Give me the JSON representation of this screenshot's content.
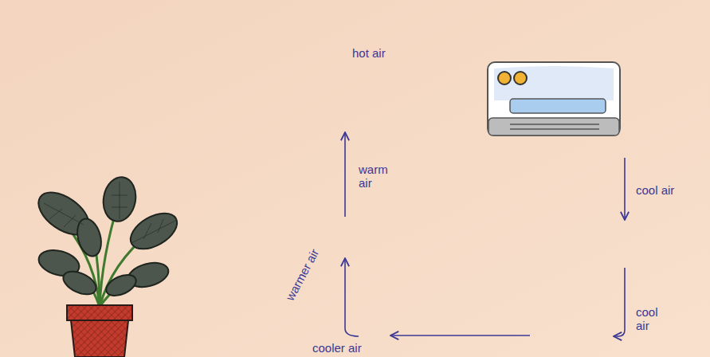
{
  "diagram": {
    "labels": [
      "hot air",
      "warm air",
      "cool air",
      "cool air",
      "warmer air",
      "cooler air"
    ]
  }
}
